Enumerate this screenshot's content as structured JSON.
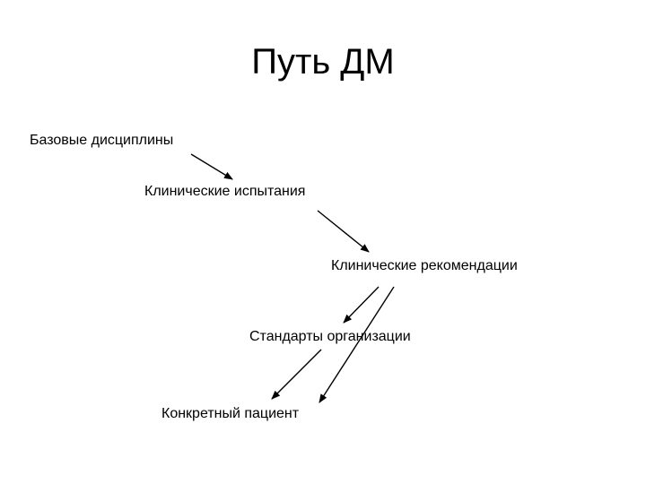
{
  "title": "Путь ДМ",
  "nodes": [
    {
      "id": "base",
      "label": "Базовые дисциплины"
    },
    {
      "id": "trials",
      "label": "Клинические испытания"
    },
    {
      "id": "guidelines",
      "label": "Клинические рекомендации"
    },
    {
      "id": "standards",
      "label": "Стандарты организации"
    },
    {
      "id": "patient",
      "label": "Конкретный пациент"
    }
  ],
  "edges": [
    {
      "from": "base",
      "to": "trials"
    },
    {
      "from": "trials",
      "to": "guidelines"
    },
    {
      "from": "guidelines",
      "to": "standards"
    },
    {
      "from": "standards",
      "to": "patient"
    },
    {
      "from": "guidelines",
      "to": "patient"
    }
  ],
  "colors": {
    "text": "#000000",
    "background": "#ffffff",
    "arrow": "#000000"
  }
}
